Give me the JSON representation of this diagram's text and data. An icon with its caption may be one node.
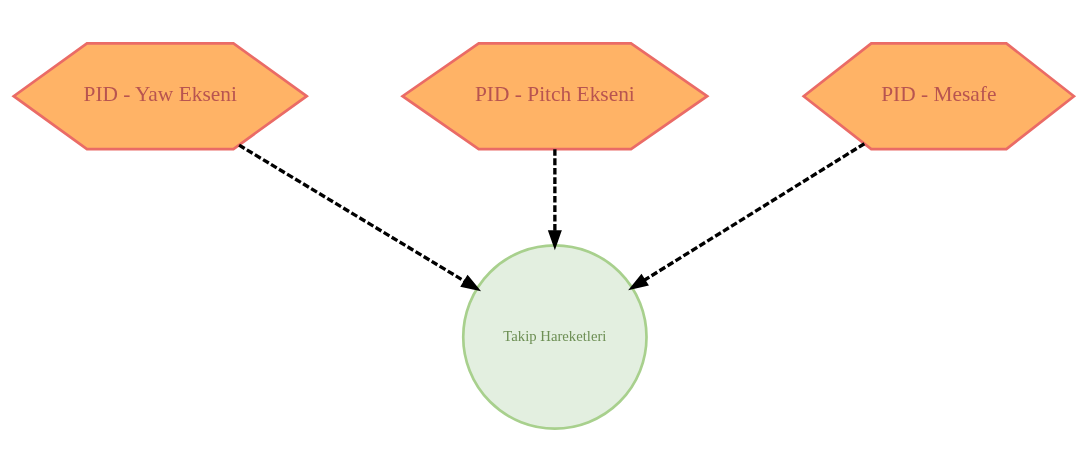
{
  "diagram": {
    "nodes": [
      {
        "text": [
          "PID - Yaw Ekseni"
        ]
      },
      {
        "text": [
          "PID - Pitch Ekseni"
        ]
      },
      {
        "text": [
          "PID - Mesafe"
        ]
      },
      {
        "text": [
          "Takip Hareketleri"
        ]
      }
    ],
    "edges": [
      {
        "from": 0,
        "to": 3,
        "arrow": "to",
        "style": "dashed"
      },
      {
        "from": 1,
        "to": 3,
        "arrow": "to",
        "style": "dashed"
      },
      {
        "from": 2,
        "to": 3,
        "arrow": "to",
        "style": "dashed"
      }
    ]
  }
}
